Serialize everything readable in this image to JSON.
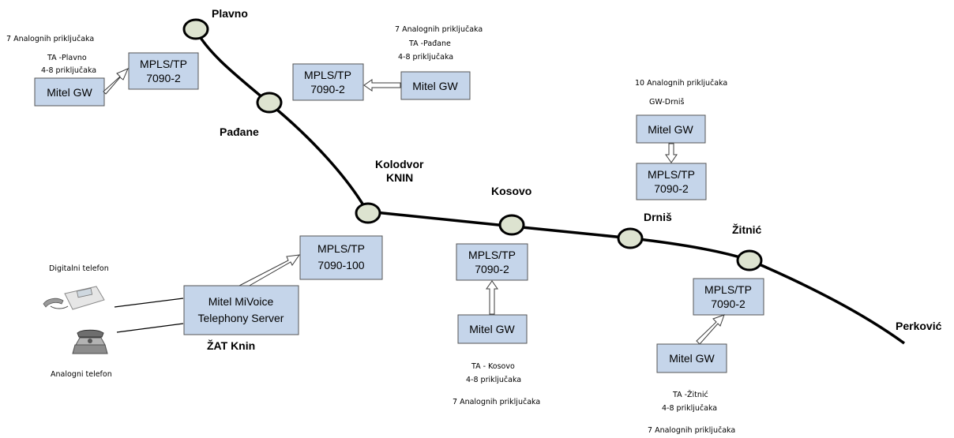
{
  "colors": {
    "box_fill": "#c5d5ea",
    "box_stroke": "#555555",
    "node_fill": "#dde3d0",
    "line": "#000000"
  },
  "stations": {
    "plavno": "Plavno",
    "padjane": "Pađane",
    "knin_line1": "Kolodvor",
    "knin_line2": "KNIN",
    "kosovo": "Kosovo",
    "drnis": "Drniš",
    "zitnic": "Žitnić",
    "perkovic": "Perković"
  },
  "plavno_group": {
    "analog_ports": "7 Analognih priključaka",
    "ta_name": "TA -Plavno",
    "ta_ports": "4-8 priključaka",
    "gw_label": "Mitel GW",
    "mpls_line1": "MPLS/TP",
    "mpls_line2": "7090-2"
  },
  "padjane_group": {
    "analog_ports": "7 Analognih priključaka",
    "ta_name": "TA -Pađane",
    "ta_ports": "4-8 priključaka",
    "gw_label": "Mitel GW",
    "mpls_line1": "MPLS/TP",
    "mpls_line2": "7090-2"
  },
  "drnis_group": {
    "analog_ports": "10 Analognih priključaka",
    "gw_name": "GW-Drniš",
    "gw_label": "Mitel GW",
    "mpls_line1": "MPLS/TP",
    "mpls_line2": "7090-2"
  },
  "knin_group": {
    "mpls_line1": "MPLS/TP",
    "mpls_line2": "7090-100",
    "server_line1": "Mitel MiVoice",
    "server_line2": "Telephony Server",
    "server_caption": "ŽAT Knin",
    "digital_phone": "Digitalni telefon",
    "analog_phone": "Analogni telefon"
  },
  "kosovo_group": {
    "mpls_line1": "MPLS/TP",
    "mpls_line2": "7090-2",
    "gw_label": "Mitel GW",
    "ta_name": "TA - Kosovo",
    "ta_ports": "4-8 priključaka",
    "analog_ports": "7 Analognih priključaka"
  },
  "zitnic_group": {
    "mpls_line1": "MPLS/TP",
    "mpls_line2": "7090-2",
    "gw_label": "Mitel GW",
    "ta_name": "TA -Žitnić",
    "ta_ports": "4-8 priključaka",
    "analog_ports": "7 Analognih priključaka"
  }
}
